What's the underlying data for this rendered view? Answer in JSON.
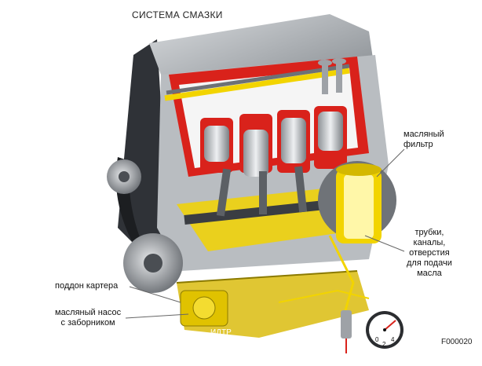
{
  "title": "СИСТЕМА СМАЗКИ",
  "labels": {
    "filter_line1": "масляный",
    "filter_line2": "фильтр",
    "tubes_line1": "трубки,",
    "tubes_line2": "каналы,",
    "tubes_line3": "отверстия",
    "tubes_line4": "для подачи",
    "tubes_line5": "масла",
    "sump": "поддон картера",
    "pump_line1": "масляный насос",
    "pump_line2": "с заборником"
  },
  "watermark": "ИДТР",
  "gauge_ticks": [
    "0",
    "2",
    "4"
  ],
  "code": "F000020",
  "colors": {
    "oil": "#f2d400",
    "block_red": "#d9221b",
    "metal_dark": "#3a3d42",
    "metal_light": "#c8cbcf",
    "casing": "#9ea2a7"
  }
}
